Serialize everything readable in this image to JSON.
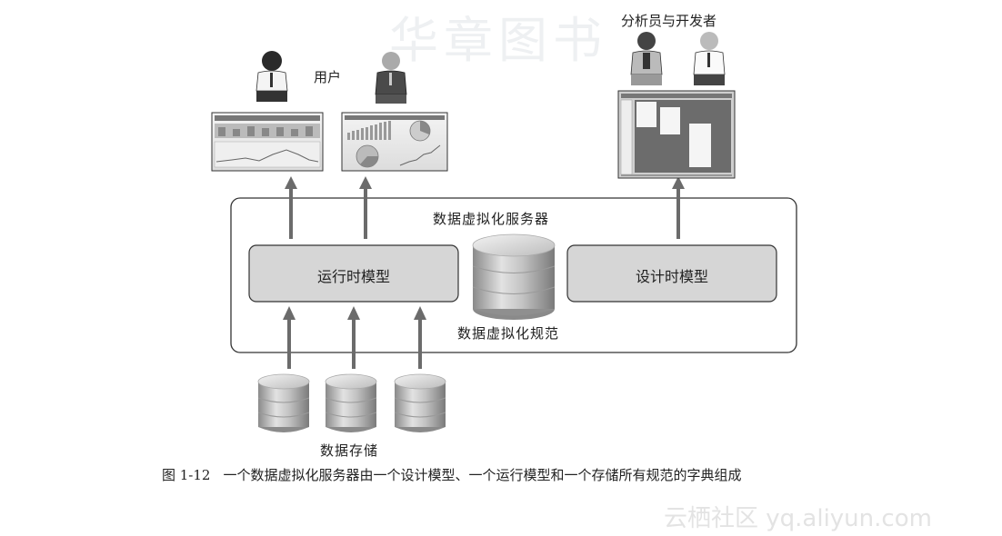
{
  "watermark_top": "华章图书",
  "watermark_bottom": "云栖社区 yq.aliyun.com",
  "labels": {
    "users": "用户",
    "analysts": "分析员与开发者",
    "server": "数据虚拟化服务器",
    "runtime_model": "运行时模型",
    "design_model": "设计时模型",
    "spec": "数据虚拟化规范",
    "storage": "数据存储"
  },
  "caption": {
    "number": "图 1-12",
    "text": "一个数据虚拟化服务器由一个设计模型、一个运行模型和一个存储所有规范的字典组成"
  },
  "colors": {
    "arrow": "#6b6b6b",
    "box_fill": "#d6d6d6",
    "frame": "#333333"
  }
}
